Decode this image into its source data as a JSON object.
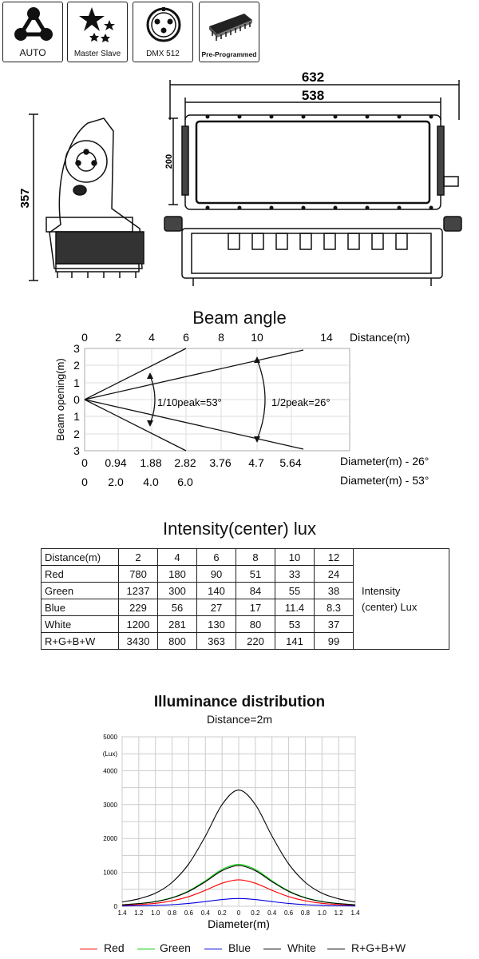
{
  "icons": [
    {
      "label": "AUTO",
      "icon": "auto-network-icon"
    },
    {
      "label": "Master Slave",
      "icon": "master-slave-stars-icon"
    },
    {
      "label": "DMX   512",
      "icon": "dmx-connector-icon"
    },
    {
      "label": "Pre-Programmed",
      "icon": "chip-icon"
    }
  ],
  "dimensions": {
    "total_width": "632",
    "inner_width": "538",
    "panel_height": "200",
    "total_height": "357"
  },
  "beam": {
    "title": "Beam angle",
    "distance_label": "Distance(m)",
    "distance_ticks": [
      "0",
      "2",
      "4",
      "6",
      "8",
      "10",
      "14"
    ],
    "opening_label": "Beam opening(m)",
    "opening_ticks": [
      "3",
      "2",
      "1",
      "0",
      "1",
      "2",
      "3"
    ],
    "peak_tenth": "1/10peak=53°",
    "peak_half": "1/2peak=26°",
    "diam26_values": [
      "0",
      "0.94",
      "1.88",
      "2.82",
      "3.76",
      "4.7",
      "5.64"
    ],
    "diam26_label": "Diameter(m) - 26°",
    "diam53_values": [
      "0",
      "2.0",
      "4.0",
      "6.0"
    ],
    "diam53_label": "Diameter(m) - 53°"
  },
  "intensity": {
    "title": "Intensity(center) lux",
    "header": [
      "Distance(m)",
      "2",
      "4",
      "6",
      "8",
      "10",
      "12"
    ],
    "rows": [
      [
        "Red",
        "780",
        "180",
        "90",
        "51",
        "33",
        "24"
      ],
      [
        "Green",
        "1237",
        "300",
        "140",
        "84",
        "55",
        "38"
      ],
      [
        "Blue",
        "229",
        "56",
        "27",
        "17",
        "11.4",
        "8.3"
      ],
      [
        "White",
        "1200",
        "281",
        "130",
        "80",
        "53",
        "37"
      ],
      [
        "R+G+B+W",
        "3430",
        "800",
        "363",
        "220",
        "141",
        "99"
      ]
    ],
    "side_label_1": "Intensity",
    "side_label_2": "(center) Lux"
  },
  "chart_data": {
    "type": "line",
    "title": "Illuminance distribution",
    "subtitle": "Distance=2m",
    "xlabel": "Diameter(m)",
    "ylabel": "(Lux)",
    "x_tick_labels": [
      "1.4",
      "1.2",
      "1.0",
      "0.8",
      "0.6",
      "0.4",
      "0.2",
      "0",
      "0.2",
      "0.4",
      "0.6",
      "0.8",
      "1.0",
      "1.2",
      "1.4"
    ],
    "y_ticks": [
      0,
      1000,
      2000,
      3000,
      4000,
      5000
    ],
    "y_tick_labels": [
      "0",
      "1000",
      "2000",
      "3000",
      "4000",
      "5000"
    ],
    "xlim": [
      -1.4,
      1.4
    ],
    "ylim": [
      0,
      5000
    ],
    "grid": true,
    "legend_position": "bottom",
    "x": [
      -1.4,
      -1.2,
      -1.0,
      -0.8,
      -0.6,
      -0.4,
      -0.2,
      0,
      0.2,
      0.4,
      0.6,
      0.8,
      1.0,
      1.2,
      1.4
    ],
    "series": [
      {
        "name": "Red",
        "color": "#ff0000",
        "values": [
          28,
          50,
          88,
          160,
          285,
          470,
          680,
          780,
          680,
          470,
          285,
          160,
          88,
          50,
          28
        ]
      },
      {
        "name": "Green",
        "color": "#00cc00",
        "values": [
          45,
          80,
          140,
          255,
          455,
          750,
          1085,
          1237,
          1085,
          750,
          455,
          255,
          140,
          80,
          45
        ]
      },
      {
        "name": "Blue",
        "color": "#0000dd",
        "values": [
          8,
          15,
          26,
          47,
          84,
          138,
          200,
          229,
          200,
          138,
          84,
          47,
          26,
          15,
          8
        ]
      },
      {
        "name": "White",
        "color": "#000000",
        "values": [
          44,
          78,
          136,
          248,
          440,
          725,
          1050,
          1200,
          1050,
          725,
          440,
          248,
          136,
          78,
          44
        ]
      },
      {
        "name": "R+G+B+W",
        "color": "#000000",
        "values": [
          125,
          220,
          385,
          705,
          1250,
          2070,
          3000,
          3430,
          3000,
          2070,
          1250,
          705,
          385,
          220,
          125
        ]
      }
    ]
  }
}
